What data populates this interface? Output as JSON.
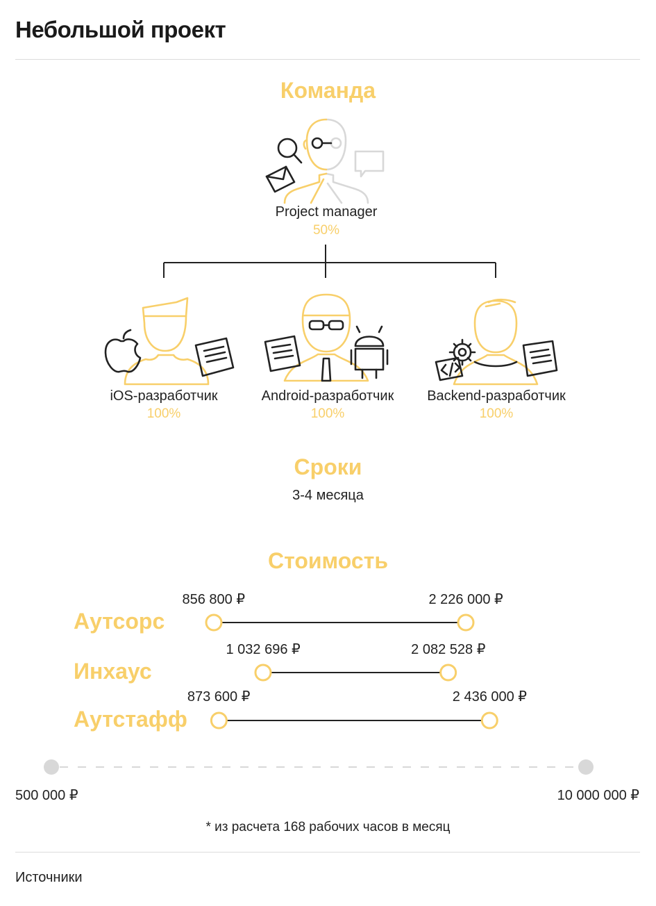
{
  "page": {
    "title": "Небольшой проект",
    "sources_label": "Источники"
  },
  "team": {
    "title": "Команда",
    "manager": {
      "label": "Project manager",
      "load": "50%"
    },
    "developers": [
      {
        "label": "iOS-разработчик",
        "load": "100%"
      },
      {
        "label": "Android-разработчик",
        "load": "100%"
      },
      {
        "label": "Backend-разработчик",
        "load": "100%"
      }
    ]
  },
  "timeline": {
    "title": "Сроки",
    "value": "3-4 месяца"
  },
  "cost": {
    "title": "Стоимость",
    "rows": [
      {
        "name": "Аутсорс",
        "min": 856800,
        "max": 2226000,
        "min_label": "856 800 ₽",
        "max_label": "2 226 000 ₽"
      },
      {
        "name": "Инхаус",
        "min": 1032696,
        "max": 2082528,
        "min_label": "1 032 696 ₽",
        "max_label": "2 082 528 ₽"
      },
      {
        "name": "Аутстафф",
        "min": 873600,
        "max": 2436000,
        "min_label": "873 600 ₽",
        "max_label": "2 436 000 ₽"
      }
    ],
    "scale": {
      "min": 500000,
      "max": 10000000,
      "min_label": "500 000 ₽",
      "max_label": "10 000 000 ₽"
    },
    "footnote": "* из расчета 168 рабочих часов в месяц"
  },
  "colors": {
    "accent": "#f8cf6a",
    "line": "#222222",
    "muted": "#d8d8d8"
  },
  "icons": [
    "magnifier-icon",
    "envelope-icon",
    "speech-bubble-icon",
    "apple-icon",
    "document-icon",
    "android-icon",
    "gear-icon",
    "code-icon"
  ]
}
